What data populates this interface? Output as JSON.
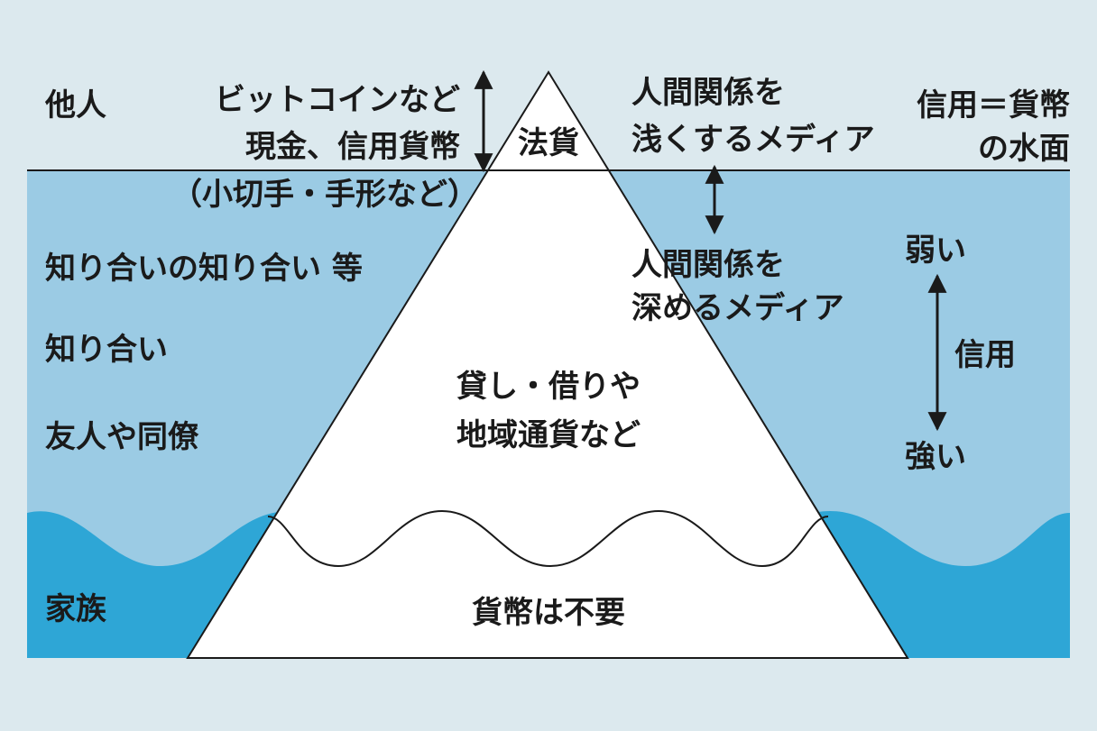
{
  "colors": {
    "background": "#dce9ee",
    "water": "#9bcbe4",
    "deep_water": "#2ea6d6",
    "iceberg": "#ffffff",
    "stroke": "#1a1a1a"
  },
  "surface_left": {
    "tag": "他人",
    "currency_line1": "ビットコインなど",
    "currency_line2": "現金、信用貨幣"
  },
  "tip": {
    "label": "法貨"
  },
  "media_shallow": {
    "line1": "人間関係を",
    "line2": "浅くするメディア"
  },
  "surface_right": {
    "line1": "信用＝貨幣",
    "line2": "の水面"
  },
  "underwater_note": "（小切手・手形など）",
  "relations": {
    "acquaintance_of_acquaintance": "知り合いの知り合い 等",
    "acquaintance": "知り合い",
    "friends": "友人や同僚",
    "family": "家族"
  },
  "media_deep": {
    "line1": "人間関係を",
    "line2": "深めるメディア"
  },
  "trust_scale": {
    "weak": "弱い",
    "label": "信用",
    "strong": "強い"
  },
  "iceberg_middle": {
    "line1": "貸し・借りや",
    "line2": "地域通貨など"
  },
  "iceberg_bottom": "貨幣は不要"
}
